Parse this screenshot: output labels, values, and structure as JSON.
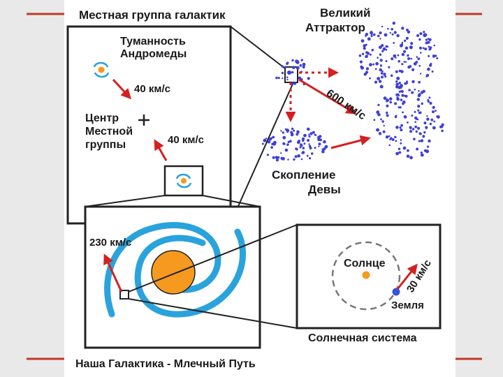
{
  "labels": {
    "local_group_title": "Местная группа галактик",
    "great_attractor": [
      "Великий",
      "Аттрактор"
    ],
    "andromeda": [
      "Туманность",
      "Андромеды"
    ],
    "andromeda_speed": "40 км/с",
    "group_center": [
      "Центр",
      "Местной",
      "группы"
    ],
    "milky_way_speed": "40 км/с",
    "attractor_speed": "600 км/с",
    "virgo_cluster": [
      "Скопление",
      "Девы"
    ],
    "galaxy_speed": "230 км/с",
    "sun": "Солнце",
    "earth_speed": "30 км/с",
    "earth": "Земля",
    "solar_system_title": "Солнечная система",
    "galaxy_title": "Наша Галактика - Млечный Путь"
  },
  "colors": {
    "background": "#e9e9e9",
    "panel": "#ffffff",
    "frame": "#222222",
    "arrow": "#d42020",
    "galaxy_dots": "#3f3fd6",
    "spiral": "#2aa3dc",
    "sun": "#f59a1e",
    "earth": "#3355dd",
    "decor_lines": "#c0392b"
  }
}
